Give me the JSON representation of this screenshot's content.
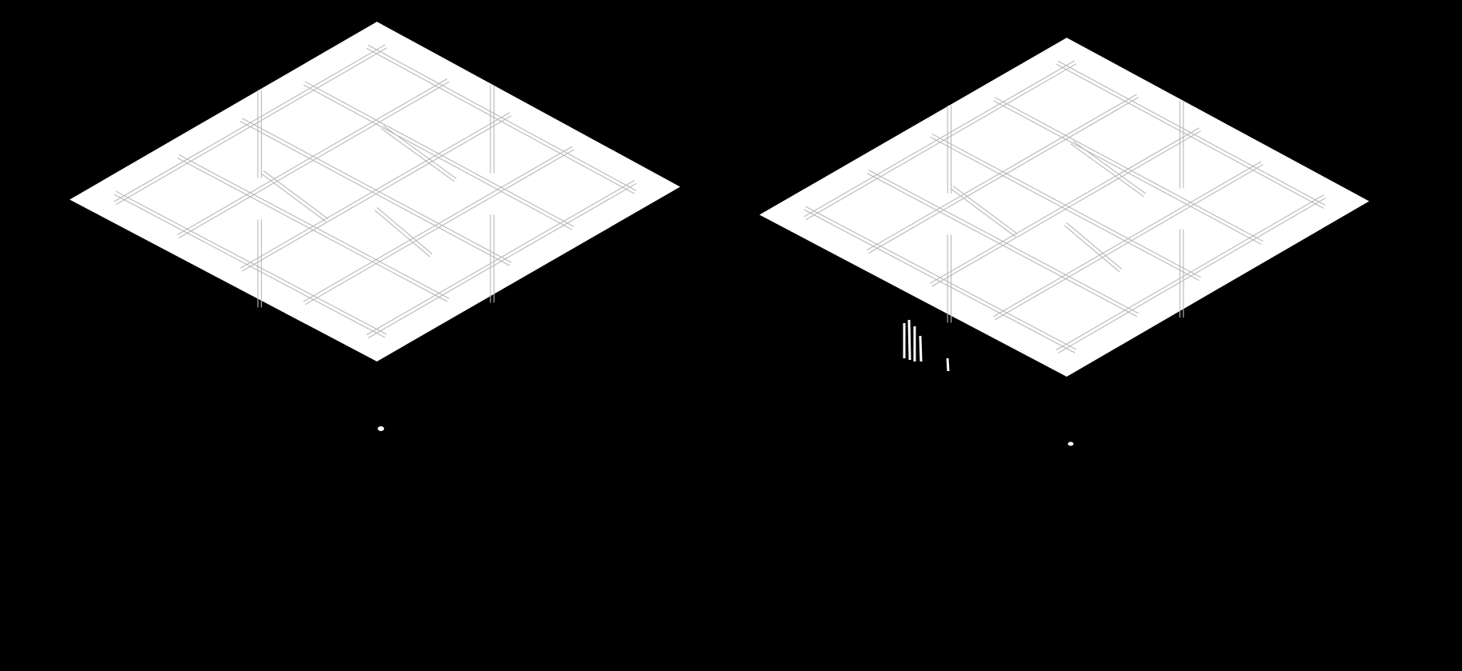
{
  "colors": {
    "background": "#000000",
    "canopy": "#ffffff",
    "frame_stroke": "#b8b8b8",
    "shadow_stroke": "#000000",
    "speck": "#ffffff"
  },
  "diagram": {
    "panels": [
      {
        "name": "canopy-left",
        "grid_columns": 4,
        "grid_rows": 4,
        "posts": 4,
        "marks": "speck-left"
      },
      {
        "name": "canopy-right",
        "grid_columns": 4,
        "grid_rows": 4,
        "posts": 4,
        "marks": "speck-right"
      }
    ]
  }
}
